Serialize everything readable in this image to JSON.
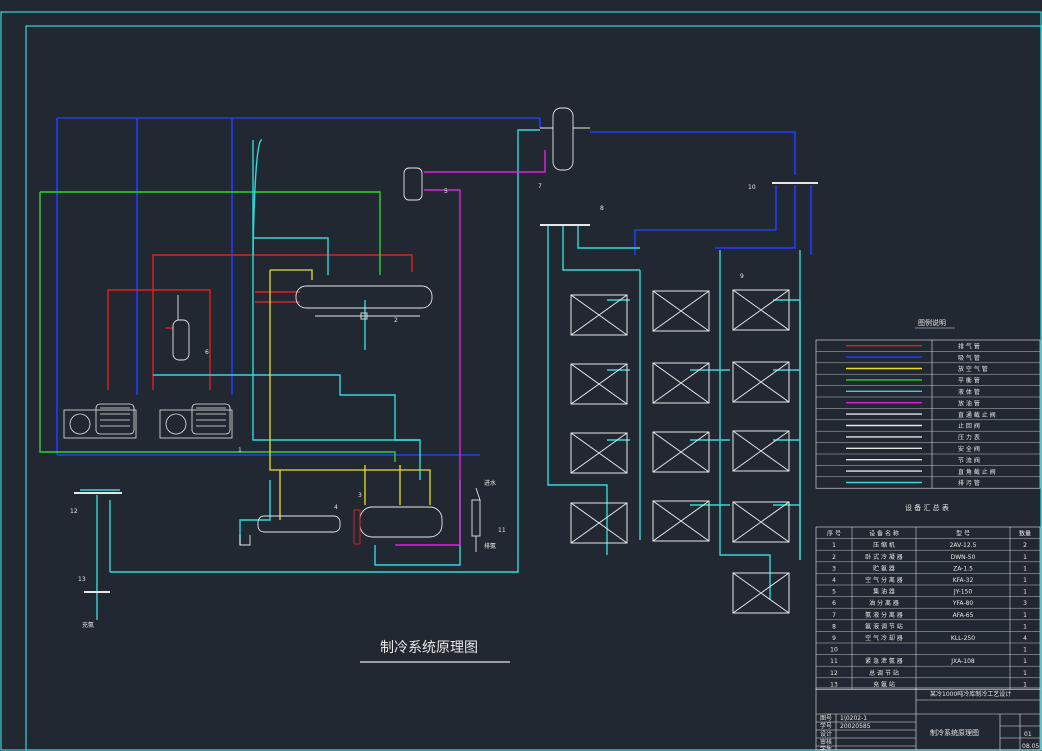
{
  "drawing": {
    "title": "制冷系统原理图",
    "legend_title": "图例说明",
    "equipment_title": "设 备 汇 总 表"
  },
  "legend": [
    {
      "label": "排 气 管",
      "color": "#e02020"
    },
    {
      "label": "吸 气 管",
      "color": "#1e3cff"
    },
    {
      "label": "放 空 气 管",
      "color": "#e8e020"
    },
    {
      "label": "平 衡 管",
      "color": "#30d030"
    },
    {
      "label": "液 体 管",
      "color": "#30d8d8"
    },
    {
      "label": "放 油 管",
      "color": "#e020e0"
    },
    {
      "label": "直 通 截 止 阀",
      "color": "#e6e6e6"
    },
    {
      "label": "止 回 阀",
      "color": "#e6e6e6"
    },
    {
      "label": "压 力 表",
      "color": "#e6e6e6"
    },
    {
      "label": "安 全 阀",
      "color": "#e6e6e6"
    },
    {
      "label": "节 流 阀",
      "color": "#e6e6e6"
    },
    {
      "label": "直 角 截 止 阀",
      "color": "#e6e6e6"
    },
    {
      "label": "排 污 管",
      "color": "#30d8d8"
    }
  ],
  "equipment_table": {
    "headers": [
      "序 号",
      "设 备 名 称",
      "型 号",
      "数量"
    ],
    "rows": [
      [
        "1",
        "压 缩 机",
        "2AV-12.5",
        "2"
      ],
      [
        "2",
        "卧 式 冷 凝 器",
        "DWN-50",
        "1"
      ],
      [
        "3",
        "贮 氨 器",
        "ZA-1.5",
        "1"
      ],
      [
        "4",
        "空 气 分 离 器",
        "KFA-32",
        "1"
      ],
      [
        "5",
        "集 油 器",
        "JY-150",
        "1"
      ],
      [
        "6",
        "油 分 离 器",
        "YFA-80",
        "3"
      ],
      [
        "7",
        "氨 液 分 离 器",
        "AFA-65",
        "1"
      ],
      [
        "8",
        "氨 液 调 节 站",
        "",
        "1"
      ],
      [
        "9",
        "空 气 冷 却 器",
        "KLL-250",
        "4"
      ],
      [
        "10",
        "",
        "",
        "1"
      ],
      [
        "11",
        "紧 急 泄 氨 器",
        "JXA-108",
        "1"
      ],
      [
        "12",
        "总 调 节 站",
        "",
        "1"
      ],
      [
        "13",
        "充 氨 站",
        "",
        "1"
      ]
    ]
  },
  "title_block": {
    "project": "某冷1000吨冷库制冷工艺设计",
    "drawing_name": "制冷系统原理图",
    "label_a": "图号",
    "value_a": "1\\0202-1",
    "label_b": "学号",
    "value_b": "20020585",
    "sheet": "01",
    "date": "08.05",
    "signers": [
      "设计",
      "审核",
      "学生"
    ]
  },
  "callouts": [
    "1",
    "2",
    "3",
    "4",
    "5",
    "6",
    "7",
    "8",
    "9",
    "10",
    "11",
    "12",
    "13"
  ],
  "side_labels": {
    "charge": "充氨",
    "water": "进水",
    "drain": "排氨"
  }
}
